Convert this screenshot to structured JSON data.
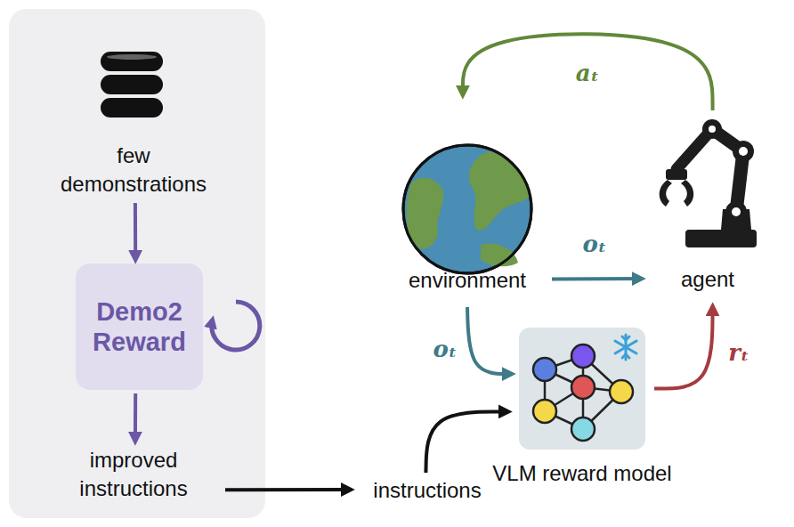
{
  "diagram": {
    "nodes": [
      {
        "text": [
          "few demonstrations"
        ]
      },
      {
        "text": [
          "Demo2 Reward"
        ]
      },
      {
        "text": [
          "improved instructions"
        ]
      },
      {
        "text": [
          "instructions"
        ]
      },
      {
        "text": [
          "environment"
        ]
      },
      {
        "text": [
          "agent"
        ]
      },
      {
        "text": [
          "VLM reward model"
        ]
      }
    ],
    "edges": [
      {
        "from": 0,
        "to": 1,
        "arrow": "to"
      },
      {
        "from": 1,
        "to": 2,
        "arrow": "to"
      },
      {
        "from": 2,
        "to": 3,
        "arrow": "to"
      },
      {
        "from": 3,
        "to": 6,
        "arrow": "to"
      },
      {
        "from": 5,
        "to": 4,
        "arrow": "to",
        "label": "aₜ"
      },
      {
        "from": 4,
        "to": 5,
        "arrow": "to",
        "label": "oₜ"
      },
      {
        "from": 4,
        "to": 6,
        "arrow": "to",
        "label": "oₜ"
      },
      {
        "from": 6,
        "to": 5,
        "arrow": "to",
        "label": "rₜ"
      }
    ]
  }
}
